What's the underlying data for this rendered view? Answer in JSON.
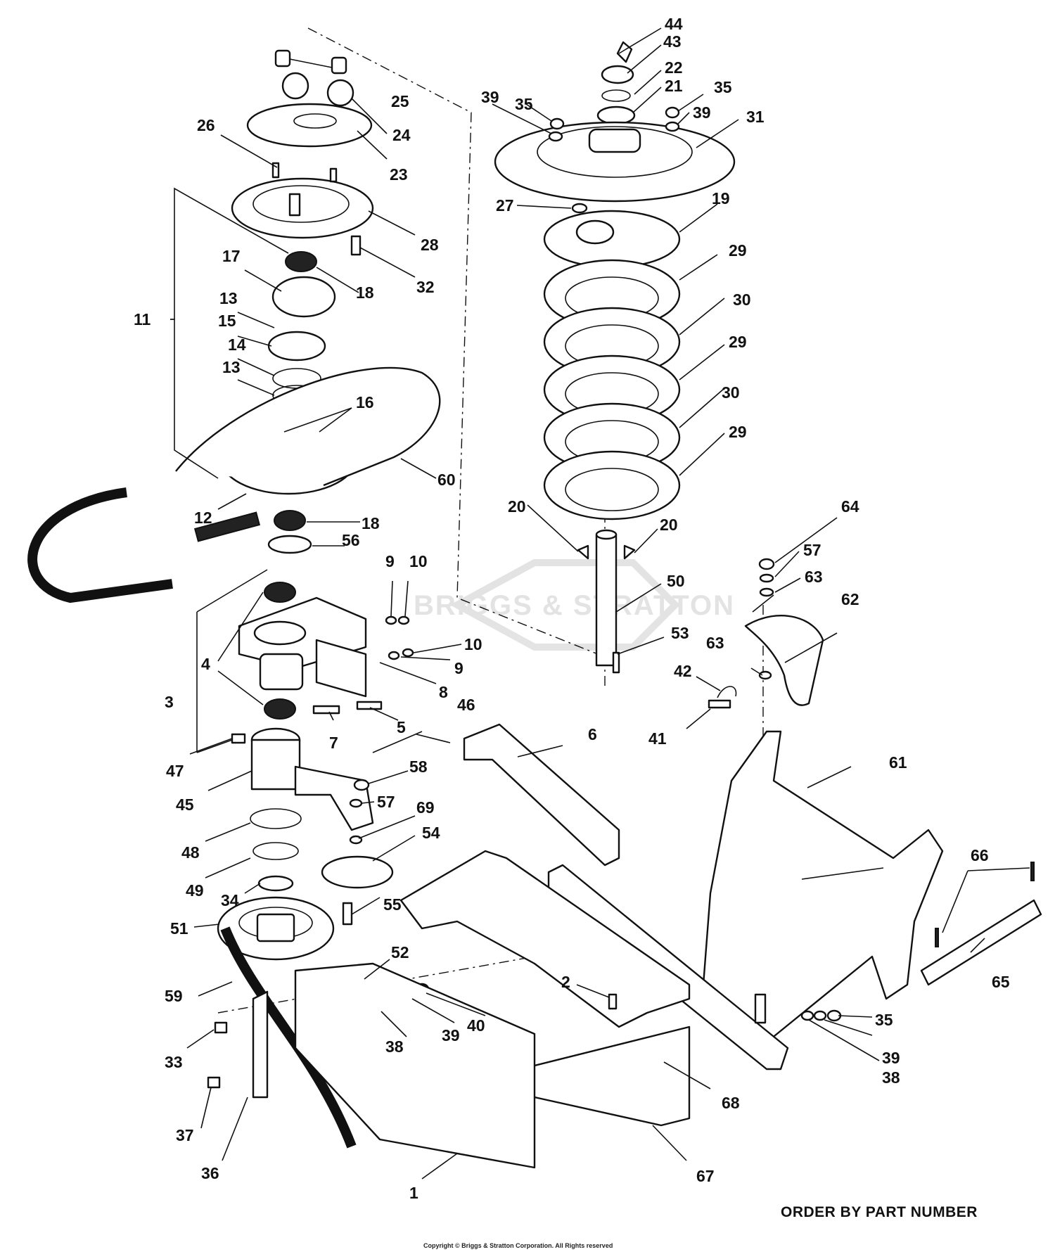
{
  "watermark": {
    "text": "BRIGGS & STRATTON"
  },
  "footer": {
    "order_note": "ORDER BY PART NUMBER",
    "copyright": "Copyright © Briggs & Stratton Corporation. All Rights reserved"
  },
  "callouts": {
    "c1": "1",
    "c2": "2",
    "c3": "3",
    "c4": "4",
    "c5": "5",
    "c6": "6",
    "c7": "7",
    "c8": "8",
    "c9a": "9",
    "c9b": "9",
    "c10a": "10",
    "c10b": "10",
    "c11": "11",
    "c12": "12",
    "c13a": "13",
    "c13b": "13",
    "c14": "14",
    "c15": "15",
    "c16": "16",
    "c17": "17",
    "c18a": "18",
    "c18b": "18",
    "c19": "19",
    "c20a": "20",
    "c20b": "20",
    "c21": "21",
    "c22": "22",
    "c23": "23",
    "c24": "24",
    "c25": "25",
    "c26": "26",
    "c27": "27",
    "c28": "28",
    "c29a": "29",
    "c29b": "29",
    "c29c": "29",
    "c30a": "30",
    "c30b": "30",
    "c31": "31",
    "c32": "32",
    "c33": "33",
    "c34": "34",
    "c35a": "35",
    "c35b": "35",
    "c35c": "35",
    "c36": "36",
    "c37": "37",
    "c38a": "38",
    "c38b": "38",
    "c39a": "39",
    "c39b": "39",
    "c39c": "39",
    "c39d": "39",
    "c40": "40",
    "c41": "41",
    "c42": "42",
    "c43": "43",
    "c44": "44",
    "c45": "45",
    "c46": "46",
    "c47": "47",
    "c48": "48",
    "c49": "49",
    "c50": "50",
    "c51": "51",
    "c52": "52",
    "c53": "53",
    "c54": "54",
    "c55": "55",
    "c56": "56",
    "c57a": "57",
    "c57b": "57",
    "c58": "58",
    "c59": "59",
    "c60": "60",
    "c61": "61",
    "c62": "62",
    "c63a": "63",
    "c63b": "63",
    "c64": "64",
    "c65": "65",
    "c66": "66",
    "c67": "67",
    "c68": "68",
    "c69": "69"
  }
}
